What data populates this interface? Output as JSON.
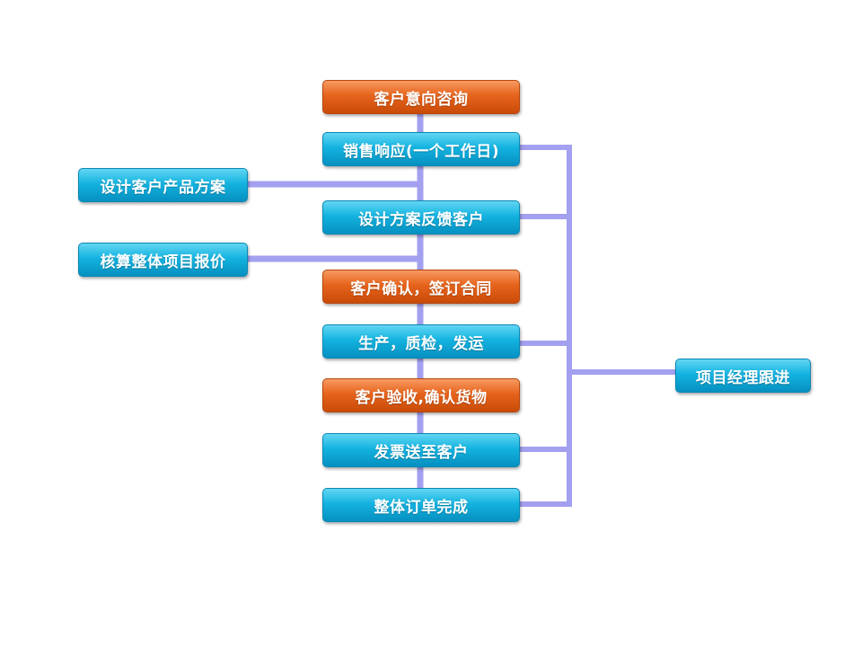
{
  "diagram": {
    "main_steps": [
      {
        "label": "客户意向咨询",
        "color": "orange"
      },
      {
        "label": "销售响应(一个工作日)",
        "color": "blue"
      },
      {
        "label": "设计方案反馈客户",
        "color": "blue"
      },
      {
        "label": "客户确认，签订合同",
        "color": "orange"
      },
      {
        "label": "生产，质检，发运",
        "color": "blue"
      },
      {
        "label": "客户验收,确认货物",
        "color": "orange"
      },
      {
        "label": "发票送至客户",
        "color": "blue"
      },
      {
        "label": "整体订单完成",
        "color": "blue"
      }
    ],
    "side_steps": [
      {
        "label": "设计客户产品方案"
      },
      {
        "label": "核算整体项目报价"
      }
    ],
    "manager": {
      "label": "项目经理跟进"
    }
  },
  "colors": {
    "orange": "#e6631c",
    "blue": "#14b3e0",
    "connector": "#a3a0f0"
  }
}
